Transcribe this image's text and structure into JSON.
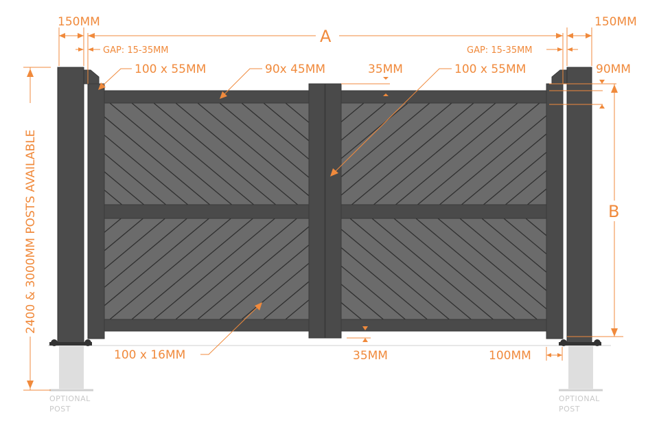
{
  "diagram": {
    "title": "Double swing gate dimension diagram",
    "colors": {
      "annotation": "#f08a3c",
      "frame": "#4a4a4a",
      "panel": "#6b6b6b",
      "slat_line": "#2f2f2f",
      "optional_post": "#dedede",
      "optional_label": "#c8c8c8"
    },
    "labels": {
      "post_width_left": "150MM",
      "post_width_right": "150MM",
      "overall_width": "A",
      "gap_left": "GAP: 15-35MM",
      "gap_right": "GAP: 15-35MM",
      "hinge_stile_left": "100 x 55MM",
      "top_rail": "90x 45MM",
      "top_offset": "35MM",
      "meeting_stile": "100 x 55MM",
      "rail_height": "90MM",
      "gate_height": "B",
      "post_height": "2400 & 3000MM POSTS AVAILABLE",
      "slat_size": "100 x 16MM",
      "bottom_offset": "35MM",
      "ground_clearance": "100MM",
      "optional_post_left_line1": "OPTIONAL",
      "optional_post_left_line2": "POST",
      "optional_post_right_line1": "OPTIONAL",
      "optional_post_right_line2": "POST"
    },
    "components": [
      {
        "name": "left-post",
        "width_mm": 150
      },
      {
        "name": "right-post",
        "width_mm": 150
      },
      {
        "name": "hinge-stile",
        "size": "100 x 55MM"
      },
      {
        "name": "top-rail",
        "size": "90x 45MM"
      },
      {
        "name": "meeting-stile",
        "size": "100 x 55MM"
      },
      {
        "name": "diagonal-slat",
        "size": "100 x 16MM"
      }
    ]
  }
}
